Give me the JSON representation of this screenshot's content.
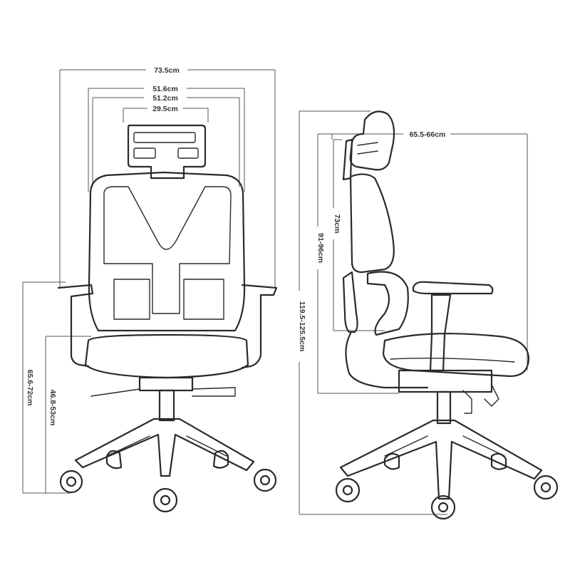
{
  "front_view": {
    "width_labels": [
      "73.5cm",
      "51.6cm",
      "51.2cm",
      "29.5cm"
    ],
    "height_labels": [
      "65.6-72cm",
      "46.8-53cm"
    ]
  },
  "side_view": {
    "depth_label": "65.5-66cm",
    "height_labels": [
      "73cm",
      "91-96cm",
      "119.5-125.5cm"
    ]
  }
}
